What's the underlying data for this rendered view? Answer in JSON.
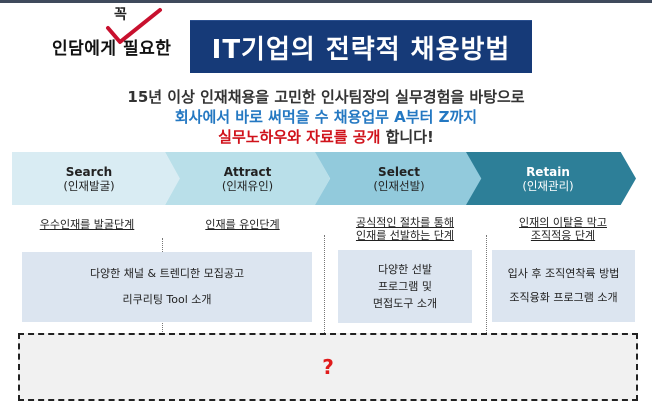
{
  "header": {
    "emphasis_word": "꼭",
    "subtitle": "인담에게 필요한",
    "title": "IT기업의 전략적 채용방법",
    "title_bg_color": "#163a78"
  },
  "intro": {
    "line1": "15년 이상 인재채용을 고민한 인사팀장의 실무경험을 바탕으로",
    "line2": "회사에서 바로 써먹을 수 채용업무 A부터 Z까지",
    "line3_highlight": "실무노하우와 자료를 공개",
    "line3_rest": " 합니다!",
    "colors": {
      "line2": "#2478c2",
      "highlight": "#d0121b"
    }
  },
  "process": [
    {
      "en": "Search",
      "ko": "(인재발굴)",
      "color": "#d9ecf3"
    },
    {
      "en": "Attract",
      "ko": "(인재유인)",
      "color": "#b9dfe9"
    },
    {
      "en": "Select",
      "ko": "(인재선발)",
      "color": "#92cadc"
    },
    {
      "en": "Retain",
      "ko": "(인재관리)",
      "color": "#2d7f98"
    }
  ],
  "stages": {
    "search": "우수인재를 발굴단계",
    "attract": "인재를 유인단계",
    "select_1": "공식적인 절차를 통해",
    "select_2": "인재를 선발하는 단계",
    "retain_1": "인재의 이탈을 막고",
    "retain_2": "조직적응 단계"
  },
  "boxes": {
    "search_attract_1": "다양한 채널 & 트렌디한 모집공고",
    "search_attract_2": "리쿠리팅 Tool 소개",
    "select_1": "다양한 선발",
    "select_2": "프로그램 및",
    "select_3": "면접도구 소개",
    "retain_1": "입사 후 조직연착륙 방법",
    "retain_2": "조직융화 프로그램 소개"
  },
  "mystery_box": {
    "symbol": "?"
  }
}
